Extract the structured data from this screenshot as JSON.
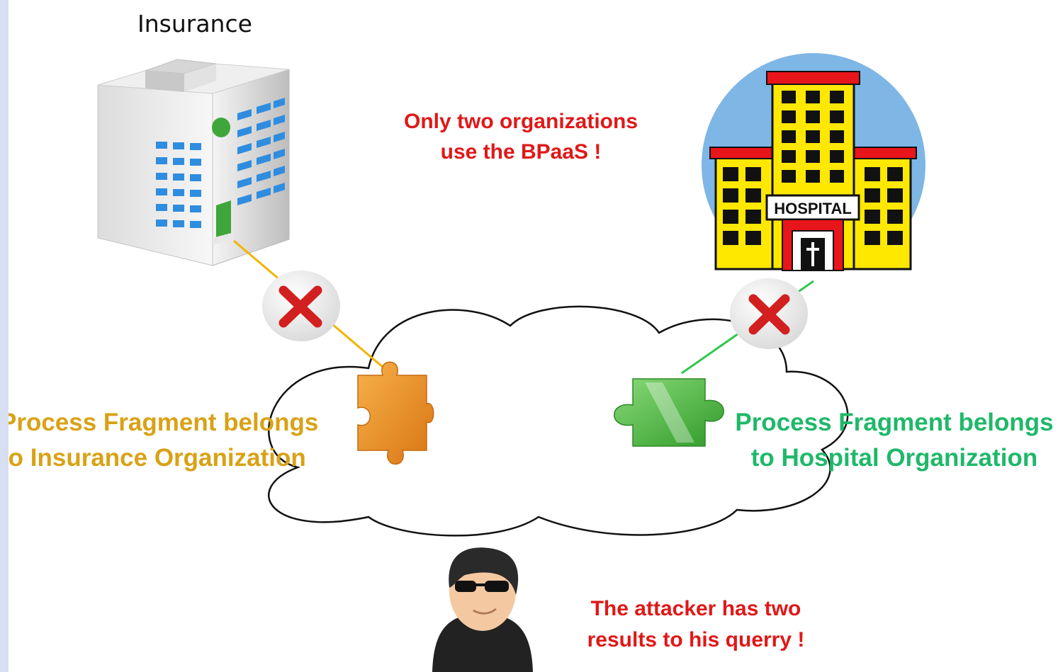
{
  "labels": {
    "insurance": "Insurance",
    "hospital_sign": "HOSPITAL"
  },
  "notes": {
    "top_line1": "Only two organizations",
    "top_line2": "use the BPaaS !",
    "bottom_line1": "The attacker has two",
    "bottom_line2": "results to his querry !"
  },
  "fragments": {
    "insurance_line1": "Process Fragment belongs",
    "insurance_line2": "to Insurance Organization",
    "hospital_line1": "Process Fragment belongs",
    "hospital_line2": "to Hospital Organization"
  },
  "colors": {
    "background": "#d8dff2",
    "note_red": "#e01818",
    "insurance_gold": "#d9a216",
    "hospital_green": "#1fb86a",
    "puzzle_orange": "#f0962a",
    "puzzle_green": "#4dbb3e",
    "hospital_yellow": "#ffe800",
    "hospital_red": "#e8151b",
    "sky_blue": "#7eb6e6",
    "cross_red": "#d21f1f"
  },
  "icons": [
    "insurance-building-icon",
    "hospital-building-icon",
    "blocked-cross-icon",
    "cloud-icon",
    "puzzle-piece-icon",
    "attacker-avatar-icon"
  ]
}
